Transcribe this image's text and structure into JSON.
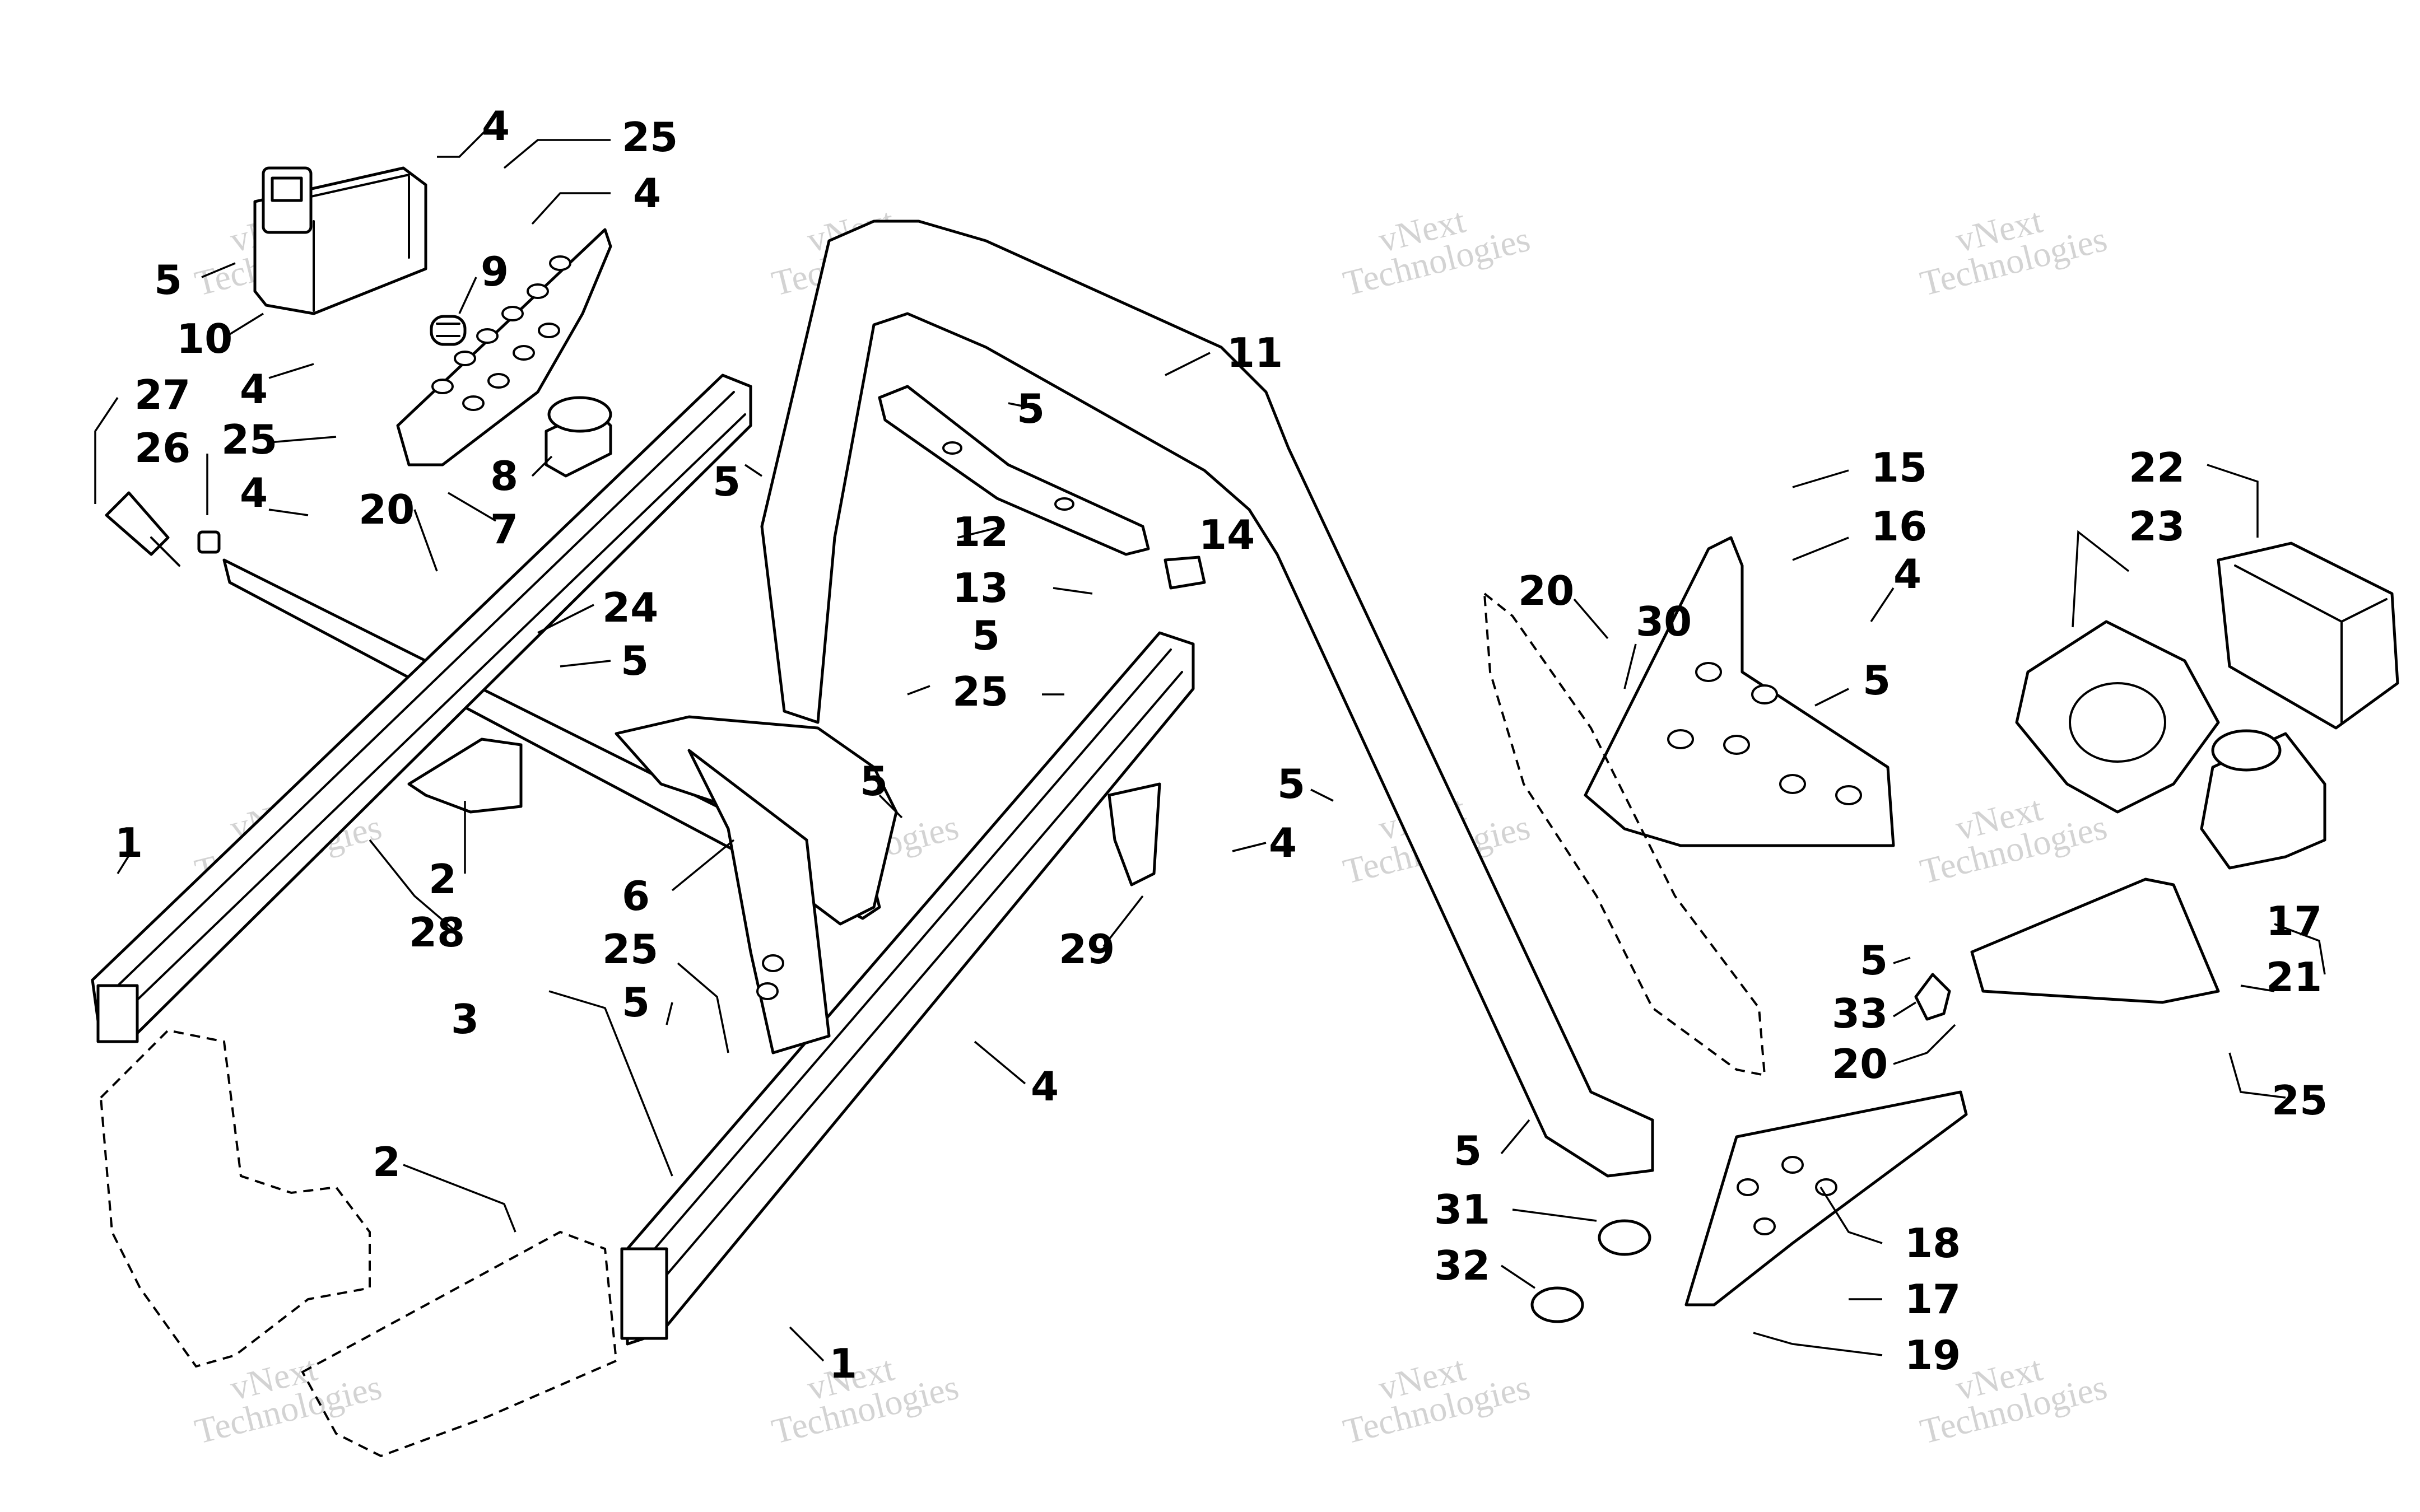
{
  "watermark": {
    "line1": "vNext",
    "line2": "Technologies",
    "small": "vNext Technologies"
  },
  "callouts": [
    {
      "id": "c4a",
      "text": "4"
    },
    {
      "id": "c25a",
      "text": "25"
    },
    {
      "id": "c4b",
      "text": "4"
    },
    {
      "id": "c5a",
      "text": "5"
    },
    {
      "id": "c9",
      "text": "9"
    },
    {
      "id": "c10",
      "text": "10"
    },
    {
      "id": "c27",
      "text": "27"
    },
    {
      "id": "c4c",
      "text": "4"
    },
    {
      "id": "c25b",
      "text": "25"
    },
    {
      "id": "c26",
      "text": "26"
    },
    {
      "id": "c4d",
      "text": "4"
    },
    {
      "id": "c20a",
      "text": "20"
    },
    {
      "id": "c8",
      "text": "8"
    },
    {
      "id": "c7",
      "text": "7"
    },
    {
      "id": "c5b",
      "text": "5"
    },
    {
      "id": "c24",
      "text": "24"
    },
    {
      "id": "c5c",
      "text": "5"
    },
    {
      "id": "c11",
      "text": "11"
    },
    {
      "id": "c5d",
      "text": "5"
    },
    {
      "id": "c12",
      "text": "12"
    },
    {
      "id": "c14",
      "text": "14"
    },
    {
      "id": "c13",
      "text": "13"
    },
    {
      "id": "c5e",
      "text": "5"
    },
    {
      "id": "c25c",
      "text": "25"
    },
    {
      "id": "c1a",
      "text": "1"
    },
    {
      "id": "c2a",
      "text": "2"
    },
    {
      "id": "c28",
      "text": "28"
    },
    {
      "id": "c6",
      "text": "6"
    },
    {
      "id": "c5f",
      "text": "5"
    },
    {
      "id": "c25d",
      "text": "25"
    },
    {
      "id": "c3",
      "text": "3"
    },
    {
      "id": "c5g",
      "text": "5"
    },
    {
      "id": "c29",
      "text": "29"
    },
    {
      "id": "c4e",
      "text": "4"
    },
    {
      "id": "c4f",
      "text": "4"
    },
    {
      "id": "c2b",
      "text": "2"
    },
    {
      "id": "c1b",
      "text": "1"
    },
    {
      "id": "c15",
      "text": "15"
    },
    {
      "id": "c16",
      "text": "16"
    },
    {
      "id": "c22",
      "text": "22"
    },
    {
      "id": "c23",
      "text": "23"
    },
    {
      "id": "c20b",
      "text": "20"
    },
    {
      "id": "c30",
      "text": "30"
    },
    {
      "id": "c4g",
      "text": "4"
    },
    {
      "id": "c5h",
      "text": "5"
    },
    {
      "id": "c5i",
      "text": "5"
    },
    {
      "id": "c17a",
      "text": "17"
    },
    {
      "id": "c21",
      "text": "21"
    },
    {
      "id": "c5j",
      "text": "5"
    },
    {
      "id": "c33",
      "text": "33"
    },
    {
      "id": "c20c",
      "text": "20"
    },
    {
      "id": "c25e",
      "text": "25"
    },
    {
      "id": "c5k",
      "text": "5"
    },
    {
      "id": "c31",
      "text": "31"
    },
    {
      "id": "c32",
      "text": "32"
    },
    {
      "id": "c18",
      "text": "18"
    },
    {
      "id": "c17b",
      "text": "17"
    },
    {
      "id": "c19",
      "text": "19"
    }
  ]
}
